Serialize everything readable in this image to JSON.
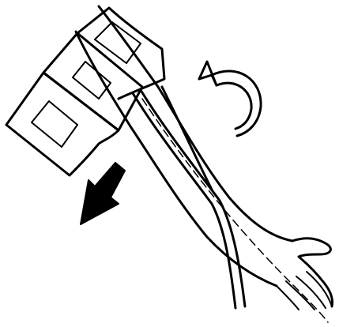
{
  "figure": {
    "subject": "blood-pressure-cuff-on-arm",
    "elements": [
      "cuff",
      "cuff-tube",
      "arm",
      "artery-line",
      "wrap-arrow",
      "pull-arrow"
    ]
  },
  "colors": {
    "ink": "#000000",
    "background": "#ffffff"
  }
}
